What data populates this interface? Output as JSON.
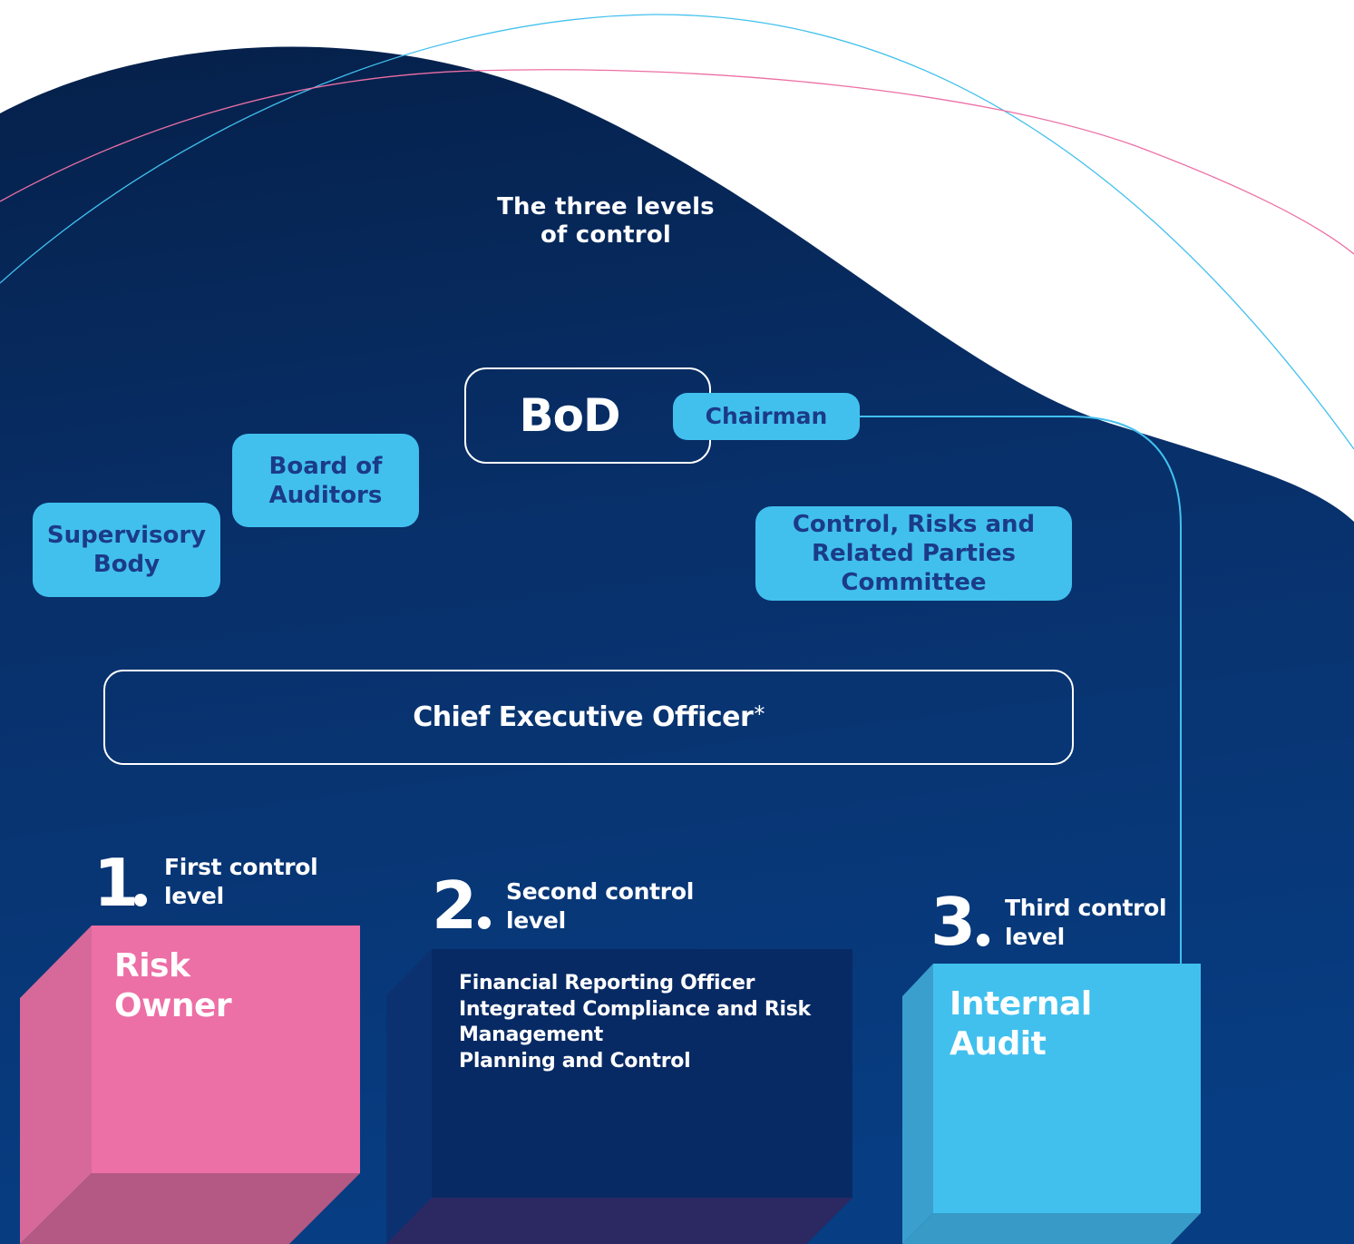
{
  "diagram": {
    "title": "The three levels\nof control",
    "bod_label": "BoD",
    "chairman_label": "Chairman",
    "board_of_auditors_label": "Board of\nAuditors",
    "supervisory_body_label": "Supervisory\nBody",
    "crr_committee_label": "Control, Risks and\nRelated Parties\nCommittee",
    "ceo_label": "Chief Executive Officer",
    "ceo_footnote_mark": "*",
    "levels": [
      {
        "number": "1",
        "label": "First control\nlevel",
        "box_title": "Risk\nOwner",
        "functions": []
      },
      {
        "number": "2",
        "label": "Second control\nlevel",
        "box_title": "",
        "functions": [
          "Financial Reporting Officer",
          "Integrated Compliance and Risk",
          "Management",
          "Planning and Control"
        ]
      },
      {
        "number": "3",
        "label": "Third control\nlevel",
        "box_title": "Internal\nAudit",
        "functions": []
      }
    ]
  },
  "colors": {
    "background_navy": "#05204a",
    "background_blue": "#073d82",
    "accent_cyan": "#41c0ee",
    "accent_pink": "#ec6fa5",
    "label_text_navy": "#1b3b86",
    "white": "#ffffff"
  }
}
